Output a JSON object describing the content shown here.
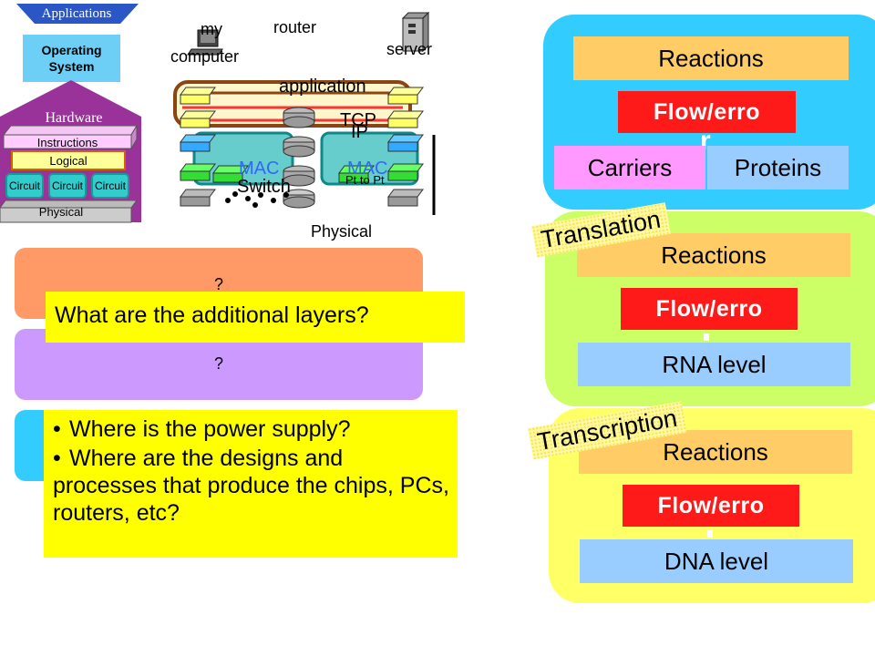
{
  "stack": {
    "applications": "Applications",
    "os": "Operating System",
    "hardware": "Hardware",
    "instructions": "Instructions",
    "logical": "Logical",
    "circuits": [
      "Circuit",
      "Circuit",
      "Circuit"
    ],
    "physical": "Physical"
  },
  "network": {
    "my_computer_a": "my",
    "my_computer_b": "computer",
    "router": "router",
    "server": "server",
    "application": "application",
    "tcp": "TCP",
    "ip": "IP",
    "mac_left": "MAC",
    "mac_right": "MAC",
    "switch": "Switch",
    "pt_to_pt": "Pt to Pt",
    "physical": "Physical"
  },
  "placeholders": {
    "q1": "?",
    "q2": "?"
  },
  "questions": {
    "additional_layers": "What are the additional layers?",
    "bullet1": "Where is the power supply?",
    "bullet2": "Where are the designs and processes that produce the chips, PCs, routers, etc?"
  },
  "bio": {
    "top": {
      "reactions": "Reactions",
      "flow": "Flow/erro",
      "stray": "r",
      "carriers": "Carriers",
      "proteins": "Proteins"
    },
    "middle": {
      "reactions": "Reactions",
      "flow": "Flow/erro",
      "rna": "RNA level",
      "label": "Translation"
    },
    "bottom": {
      "reactions": "Reactions",
      "flow": "Flow/erro",
      "dna": "DNA level",
      "label": "Transcription"
    }
  },
  "colors": {
    "cyan_panel": "#33ccff",
    "green_panel": "#ccff66",
    "yellow_panel": "#ffff66",
    "orange": "#ffcc66",
    "red": "#ff1a1a",
    "blue_bar": "#99ccff",
    "pink": "#ff99ff",
    "salmon": "#ff9966",
    "lavender": "#cc99ff"
  }
}
